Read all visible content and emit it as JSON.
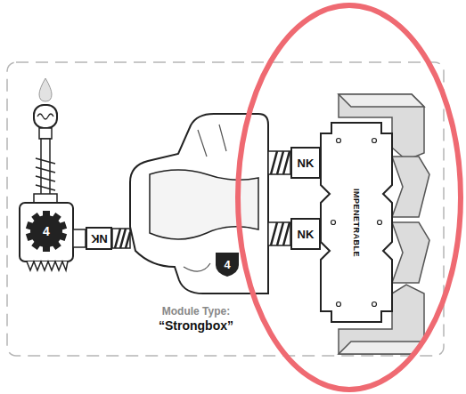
{
  "diagram": {
    "nodes": [
      {
        "text": [
          "4"
        ]
      },
      {
        "text": [
          "NK"
        ]
      },
      {
        "text": [
          "4"
        ]
      },
      {
        "text": [
          "NK"
        ]
      },
      {
        "text": [
          "NK"
        ]
      },
      {
        "text": [
          "IMPENETRABLE"
        ]
      }
    ],
    "labels": [
      "Module Type:",
      "“Strongbox”"
    ]
  }
}
